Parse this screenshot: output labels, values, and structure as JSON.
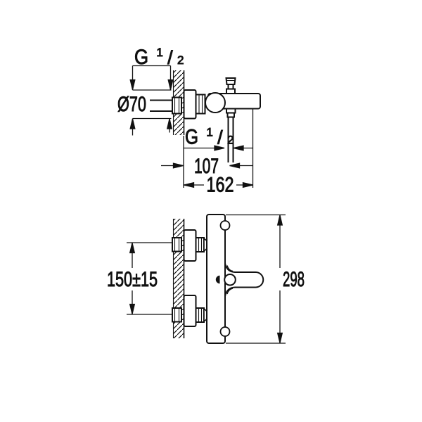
{
  "colors": {
    "line": "#111111",
    "background": "#ffffff"
  },
  "side_view": {
    "thread_top": {
      "base": "G",
      "numerator": "1",
      "slash": "/",
      "denominator": "2"
    },
    "escutcheon_diameter_label": "Ø70",
    "hose_thread": {
      "base": "G",
      "numerator": "1",
      "slash": "/",
      "denominator": "2"
    },
    "dim_wall_to_hose": "107",
    "dim_wall_to_spout_end": "162"
  },
  "top_view": {
    "dim_inlet_spacing": "150±15",
    "dim_overall_width": "298"
  }
}
